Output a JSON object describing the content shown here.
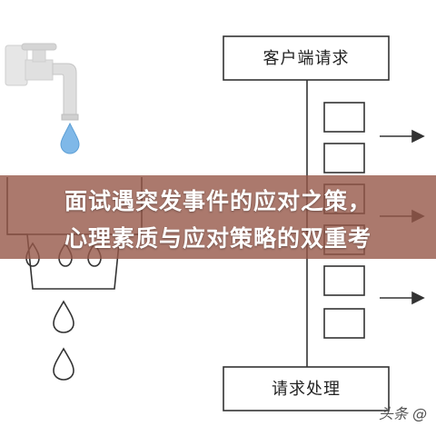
{
  "diagram": {
    "request_box_label": "客户端请求",
    "process_box_label": "请求处理",
    "colors": {
      "stroke": "#333333",
      "faucet": "#d9d9d9",
      "droplet": "#7fb8e8",
      "banner": "#965848",
      "title_text": "#ffffff"
    }
  },
  "banner": {
    "line1": "面试遇突发事件的应对之策，",
    "line2": "心理素质与应对策略的双重考"
  },
  "watermark": {
    "text": "头条 @"
  },
  "icons": [
    "faucet-icon",
    "water-drop-icon",
    "arrow-right-icon",
    "queue-slot"
  ]
}
